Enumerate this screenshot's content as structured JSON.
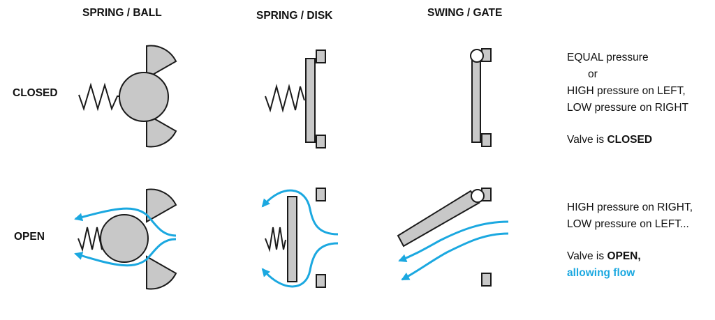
{
  "columns": {
    "spring_ball": "SPRING / BALL",
    "spring_disk": "SPRING / DISK",
    "swing_gate": "SWING / GATE"
  },
  "rows": {
    "closed": "CLOSED",
    "open": "OPEN"
  },
  "closed_description": {
    "line1": "EQUAL pressure",
    "line2": "or",
    "line3": "HIGH pressure on LEFT,",
    "line4": "LOW pressure on RIGHT",
    "status_prefix": "Valve is ",
    "status_value": "CLOSED"
  },
  "open_description": {
    "line1": "HIGH pressure on RIGHT,",
    "line2": "LOW pressure on LEFT...",
    "status_prefix": "Valve is ",
    "status_value": "OPEN,",
    "flow_note": "allowing flow"
  },
  "colors": {
    "flow": "#1ba8e0",
    "part_fill": "#c8c8c8",
    "outline": "#1a1a1a"
  }
}
